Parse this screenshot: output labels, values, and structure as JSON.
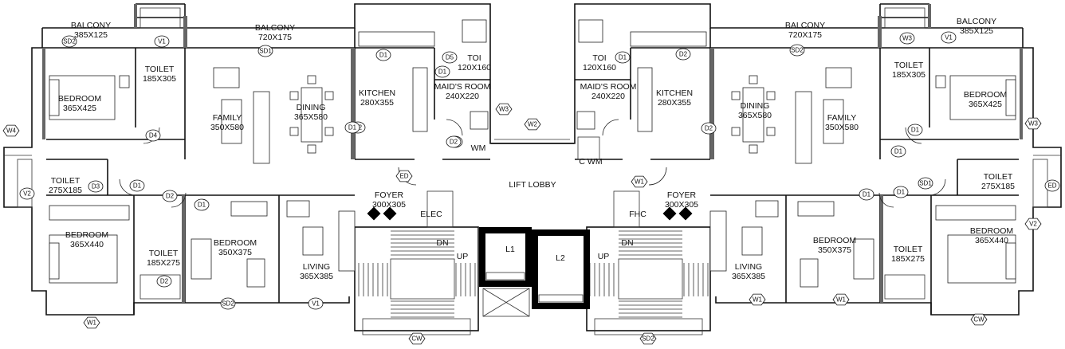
{
  "title": "",
  "colors": {
    "wall": "#111111",
    "core": "#000000",
    "partition": "#666666",
    "tag": "#111111"
  },
  "rooms": [
    {
      "id": "balcony-tl",
      "lines": [
        "BALCONY",
        "385X125"
      ]
    },
    {
      "id": "balcony-l",
      "lines": [
        "BALCONY",
        "720X175"
      ]
    },
    {
      "id": "toilet-l1",
      "lines": [
        "TOILET",
        "185X305"
      ]
    },
    {
      "id": "bedroom-l1",
      "lines": [
        "BEDROOM",
        "365X425"
      ]
    },
    {
      "id": "family-l",
      "lines": [
        "FAMILY",
        "350X580"
      ]
    },
    {
      "id": "dining-l",
      "lines": [
        "DINING",
        "365X580"
      ]
    },
    {
      "id": "kitchen-l",
      "lines": [
        "KITCHEN",
        "280X355"
      ]
    },
    {
      "id": "toilet-lc",
      "lines": [
        "TOI",
        "120X160"
      ]
    },
    {
      "id": "maids-l",
      "lines": [
        "MAID'S ROOM",
        "240X220"
      ]
    },
    {
      "id": "toilet-l2",
      "lines": [
        "TOILET",
        "275X185"
      ]
    },
    {
      "id": "bedroom-l2",
      "lines": [
        "BEDROOM",
        "365X440"
      ]
    },
    {
      "id": "toilet-l3",
      "lines": [
        "TOILET",
        "185X275"
      ]
    },
    {
      "id": "bedroom-l3",
      "lines": [
        "BEDROOM",
        "350X375"
      ]
    },
    {
      "id": "living-l",
      "lines": [
        "LIVING",
        "365X385"
      ]
    },
    {
      "id": "foyer-l",
      "lines": [
        "FOYER",
        "300X305"
      ]
    },
    {
      "id": "elec",
      "lines": [
        "ELEC"
      ]
    },
    {
      "id": "lobby",
      "lines": [
        "LIFT LOBBY"
      ]
    },
    {
      "id": "lift1",
      "lines": [
        "L1"
      ]
    },
    {
      "id": "lift2",
      "lines": [
        "L2"
      ]
    },
    {
      "id": "balcony-r",
      "lines": [
        "BALCONY",
        "720X175"
      ]
    },
    {
      "id": "balcony-tr",
      "lines": [
        "BALCONY",
        "385X125"
      ]
    },
    {
      "id": "toilet-rc",
      "lines": [
        "TOI",
        "120X160"
      ]
    },
    {
      "id": "maids-r",
      "lines": [
        "MAID'S ROOM",
        "240X220"
      ]
    },
    {
      "id": "kitchen-r",
      "lines": [
        "KITCHEN",
        "280X355"
      ]
    },
    {
      "id": "dining-r",
      "lines": [
        "DINING",
        "365X580"
      ]
    },
    {
      "id": "family-r",
      "lines": [
        "FAMILY",
        "350X580"
      ]
    },
    {
      "id": "toilet-r1",
      "lines": [
        "TOILET",
        "185X305"
      ]
    },
    {
      "id": "bedroom-r1",
      "lines": [
        "BEDROOM",
        "365X425"
      ]
    },
    {
      "id": "toilet-r2",
      "lines": [
        "TOILET",
        "275X185"
      ]
    },
    {
      "id": "foyer-r",
      "lines": [
        "FOYER",
        "300X305"
      ]
    },
    {
      "id": "fhc",
      "lines": [
        "FHC"
      ]
    },
    {
      "id": "living-r",
      "lines": [
        "LIVING",
        "365X385"
      ]
    },
    {
      "id": "bedroom-r3",
      "lines": [
        "BEDROOM",
        "350X375"
      ]
    },
    {
      "id": "toilet-r3",
      "lines": [
        "TOILET",
        "185X275"
      ]
    },
    {
      "id": "bedroom-r2",
      "lines": [
        "BEDROOM",
        "365X440"
      ]
    },
    {
      "id": "wm-l",
      "lines": [
        "WM"
      ]
    },
    {
      "id": "cwm-r",
      "lines": [
        "C WM"
      ]
    },
    {
      "id": "up-l",
      "lines": [
        "UP"
      ]
    },
    {
      "id": "dn-l",
      "lines": [
        "DN"
      ]
    },
    {
      "id": "up-r",
      "lines": [
        "UP"
      ]
    },
    {
      "id": "dn-r",
      "lines": [
        "DN"
      ]
    }
  ],
  "tags": [
    "SD2",
    "SD1",
    "V1",
    "D1",
    "D5",
    "W3",
    "W2",
    "D2",
    "D4",
    "W4",
    "V2",
    "D3",
    "ED",
    "W1",
    "CW",
    "D1",
    "D1",
    "D1",
    "D2",
    "D2",
    "D1",
    "D1",
    "D1",
    "D2",
    "D2",
    "D1",
    "D1",
    "SD1",
    "SD2",
    "V1",
    "W3",
    "W3",
    "V2",
    "ED",
    "W1",
    "W1",
    "W1",
    "CW",
    "SD2",
    "SD2",
    "V1",
    "D2",
    "D1",
    "D1"
  ]
}
